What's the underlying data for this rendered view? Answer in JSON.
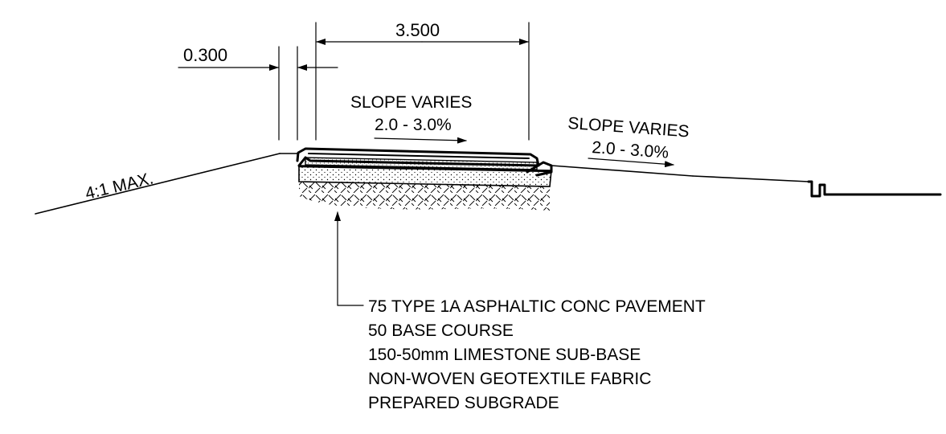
{
  "colors": {
    "ink": "#000000",
    "background": "#ffffff"
  },
  "dimensions": {
    "shoulder_width": "0.300",
    "lane_width": "3.500"
  },
  "slopes": {
    "embankment": "4:1 MAX.",
    "lane_title": "SLOPE VARIES",
    "lane_range": "2.0 - 3.0%",
    "ditch_title": "SLOPE VARIES",
    "ditch_range": "2.0 - 3.0%"
  },
  "pavement_layers": [
    "75 TYPE 1A ASPHALTIC CONC PAVEMENT",
    "50 BASE COURSE",
    "150-50mm LIMESTONE SUB-BASE",
    "NON-WOVEN GEOTEXTILE FABRIC",
    "PREPARED SUBGRADE"
  ]
}
